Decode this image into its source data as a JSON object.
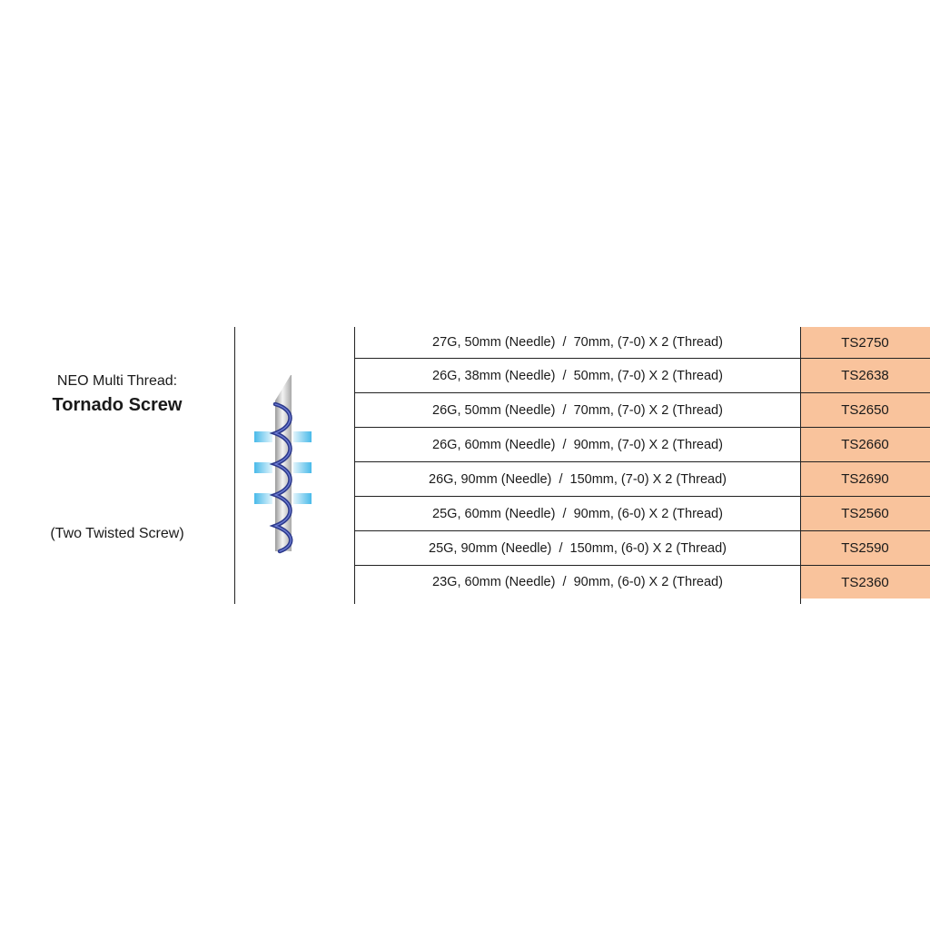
{
  "product": {
    "subtitle": "NEO Multi Thread:",
    "title": "Tornado Screw",
    "note": "(Two Twisted Screw)"
  },
  "colors": {
    "code_cell_bg": "#f9c39c",
    "thread": "#2d3a8c",
    "needle": "#dcdcdc",
    "glow": "#3fb6e8"
  },
  "illustration_icon": "needle-with-twisted-thread-icon",
  "rows": [
    {
      "spec": "27G, 50mm (Needle)  /  70mm, (7-0) X 2 (Thread)",
      "code": "TS2750"
    },
    {
      "spec": "26G, 38mm (Needle)  /  50mm, (7-0) X 2 (Thread)",
      "code": "TS2638"
    },
    {
      "spec": "26G, 50mm (Needle)  /  70mm, (7-0) X 2 (Thread)",
      "code": "TS2650"
    },
    {
      "spec": "26G, 60mm (Needle)  /  90mm, (7-0) X 2 (Thread)",
      "code": "TS2660"
    },
    {
      "spec": "26G, 90mm (Needle)  /  150mm, (7-0) X 2 (Thread)",
      "code": "TS2690"
    },
    {
      "spec": "25G, 60mm (Needle)  /  90mm, (6-0) X 2 (Thread)",
      "code": "TS2560"
    },
    {
      "spec": "25G, 90mm (Needle)  /  150mm, (6-0) X 2 (Thread)",
      "code": "TS2590"
    },
    {
      "spec": "23G, 60mm (Needle)  /  90mm, (6-0) X 2 (Thread)",
      "code": "TS2360"
    }
  ]
}
